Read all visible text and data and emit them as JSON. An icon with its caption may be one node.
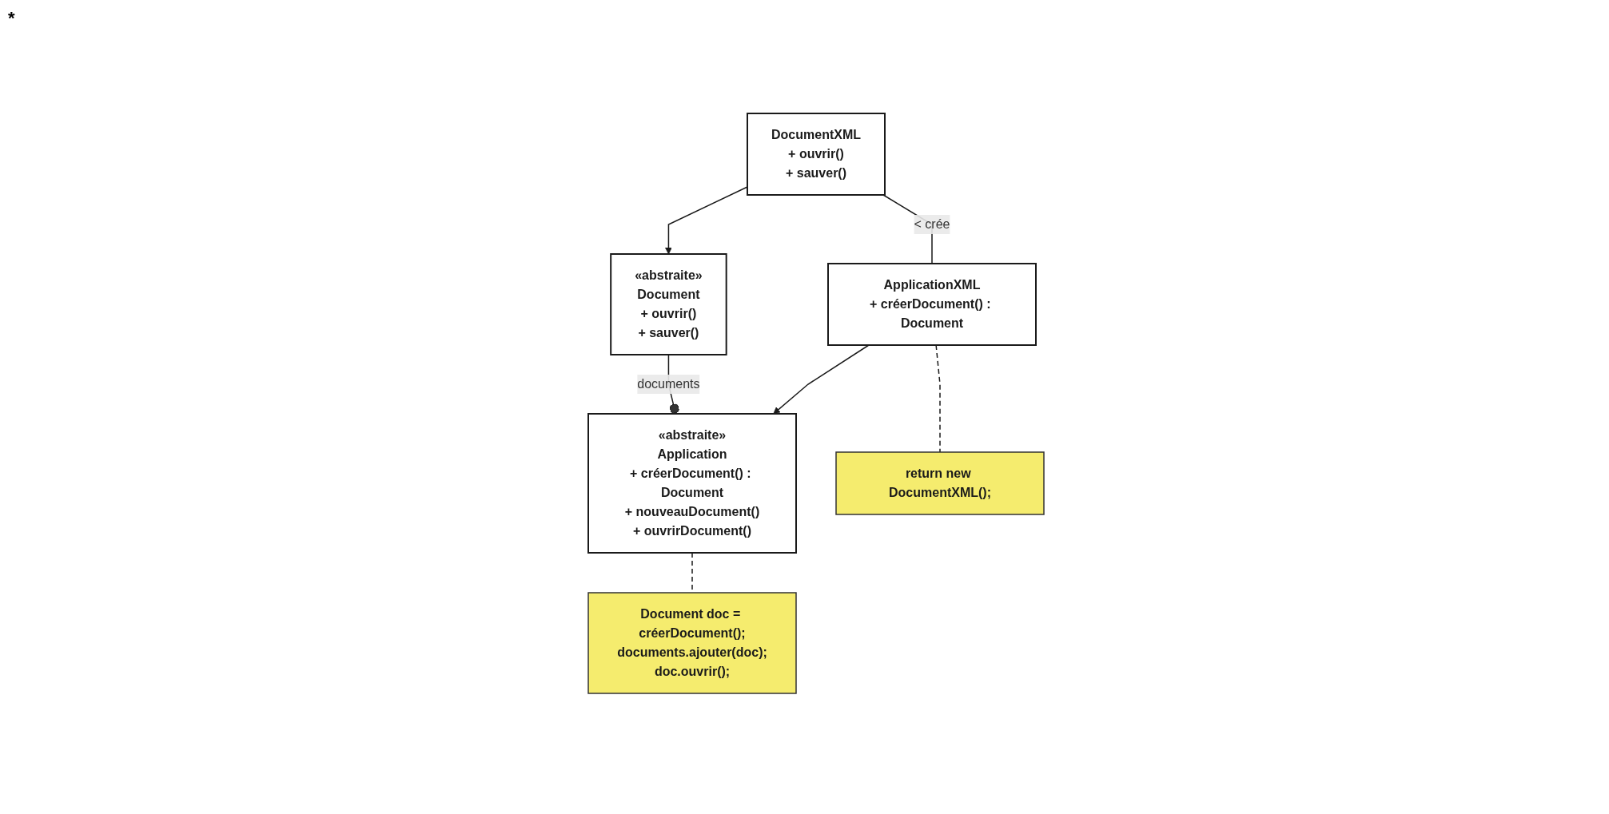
{
  "diagram": {
    "nodes": [
      {
        "text": [
          "«abstraite»",
          "Document",
          "+ ouvrir()",
          "+ sauver()"
        ]
      },
      {
        "text": [
          "«abstraite»",
          "Application",
          "+ créerDocument() : Document",
          "+ nouveauDocument()",
          "+ ouvrirDocument()"
        ]
      },
      {
        "text": [
          "Document doc = créerDocument();",
          "documents.ajouter(doc);",
          "doc.ouvrir();"
        ]
      },
      {
        "text": [
          "DocumentXML",
          "+ ouvrir()",
          "+ sauver()"
        ]
      },
      {
        "text": [
          "ApplicationXML",
          "+ créerDocument() : Document"
        ]
      },
      {
        "text": [
          "return new DocumentXML();"
        ]
      }
    ],
    "edges": [
      {
        "from": 0,
        "to": 1,
        "arrow": "other",
        "label": "documents"
      },
      {
        "from": 3,
        "to": 0,
        "arrow": "to"
      },
      {
        "from": 1,
        "to": 2,
        "arrow": "none",
        "style": "dashed"
      },
      {
        "from": 4,
        "to": 1,
        "arrow": "to"
      },
      {
        "from": 3,
        "to": 4,
        "arrow": "none",
        "label": "< crée"
      },
      {
        "from": 4,
        "to": 5,
        "arrow": "none",
        "style": "dashed"
      }
    ],
    "labels": [
      "*"
    ]
  }
}
